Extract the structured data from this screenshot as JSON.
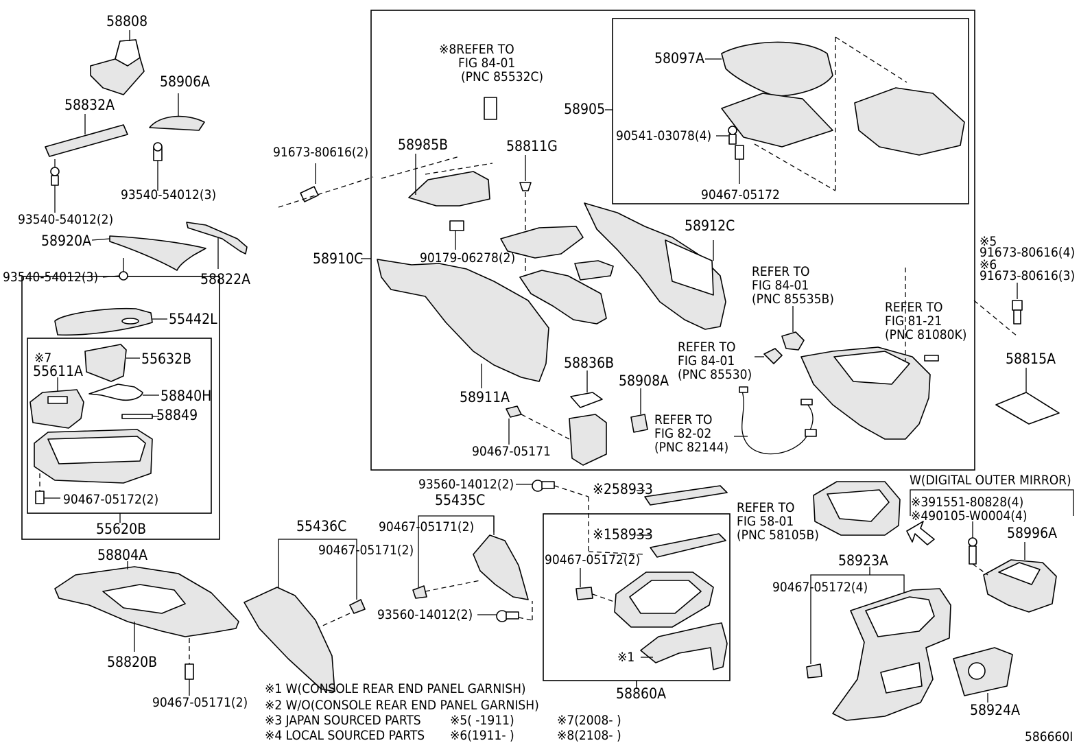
{
  "parts": {
    "p58808": "58808",
    "p58906A": "58906A",
    "p58832A": "58832A",
    "p93540_54012_3_top": "93540-54012(3)",
    "p93540_54012_2": "93540-54012(2)",
    "p58920A": "58920A",
    "p58822A": "58822A",
    "p93540_54012_3": "93540-54012(3)",
    "p55442L": "55442L",
    "p55611A_note": "※7",
    "p55611A": "55611A",
    "p55632B": "55632B",
    "p58840H": "58840H",
    "p58849": "58849",
    "p90467_05172_2_left": "90467-05172(2)",
    "p55620B": "55620B",
    "p58804A": "58804A",
    "p58820B": "58820B",
    "p90467_05171_2_bottom": "90467-05171(2)",
    "p91673_80616_2": "91673-80616(2)",
    "p58910C": "58910C",
    "ref_85532C_l1": "※8REFER TO",
    "ref_85532C_l2": "FIG 84-01",
    "ref_85532C_l3": "(PNC 85532C)",
    "p58985B": "58985B",
    "p58811G": "58811G",
    "p90179_06278_2": "90179-06278(2)",
    "p58097A": "58097A",
    "p58905": "58905",
    "p90541_03078_4": "90541-03078(4)",
    "p90467_05172_box": "90467-05172",
    "p58912C": "58912C",
    "ref_85535B_l1": "REFER TO",
    "ref_85535B_l2": "FIG 84-01",
    "ref_85535B_l3": "(PNC 85535B)",
    "ref_85530_l1": "REFER TO",
    "ref_85530_l2": "FIG 84-01",
    "ref_85530_l3": "(PNC 85530)",
    "ref_81080K_l1": "REFER TO",
    "ref_81080K_l2": "FIG 81-21",
    "ref_81080K_l3": "(PNC 81080K)",
    "p58911A": "58911A",
    "p58836B": "58836B",
    "p58908A": "58908A",
    "ref_82144_l1": "REFER TO",
    "ref_82144_l2": "FIG 82-02",
    "ref_82144_l3": "(PNC 82144)",
    "p90467_05171": "90467-05171",
    "p91673_80616_4": "※5\n91673-80616(4)",
    "p91673_80616_4_note": "※5",
    "p91673_80616_4_num": "91673-80616(4)",
    "p91673_80616_3_note": "※6",
    "p91673_80616_3_num": "91673-80616(3)",
    "p58815A": "58815A",
    "p93560_14012_2_top": "93560-14012(2)",
    "p55435C": "55435C",
    "p90467_05171_2_a": "90467-05171(2)",
    "p55436C": "55436C",
    "p90467_05171_2_b": "90467-05171(2)",
    "p58933_2": "※258933",
    "p58933_1": "※158933",
    "p90467_05172_2_mid": "90467-05172(2)",
    "p93560_14012_2_bot": "93560-14012(2)",
    "p58860A_note": "※1",
    "p58860A": "58860A",
    "ref_58105B_l1": "REFER TO",
    "ref_58105B_l2": "FIG 58-01",
    "ref_58105B_l3": "(PNC 58105B)",
    "p58923A": "58923A",
    "p90467_05172_4": "90467-05172(4)",
    "p58924A": "58924A",
    "digital_mirror": "W(DIGITAL OUTER MIRROR)",
    "p91551_80828_4": "※391551-80828(4)",
    "p90105_W0004_4": "※490105-W0004(4)",
    "p58996A": "58996A",
    "figure_id": "586660I"
  },
  "notes": {
    "n1": "※1  W(CONSOLE REAR END PANEL GARNISH)",
    "n2": "※2  W/O(CONSOLE REAR END PANEL GARNISH)",
    "n3": "※3 JAPAN SOURCED PARTS",
    "n4": "※4 LOCAL SOURCED PARTS",
    "n5": "※5(      -1911)",
    "n6": "※6(1911-      )",
    "n7": "※7(2008-      )",
    "n8": "※8(2108-      )"
  }
}
